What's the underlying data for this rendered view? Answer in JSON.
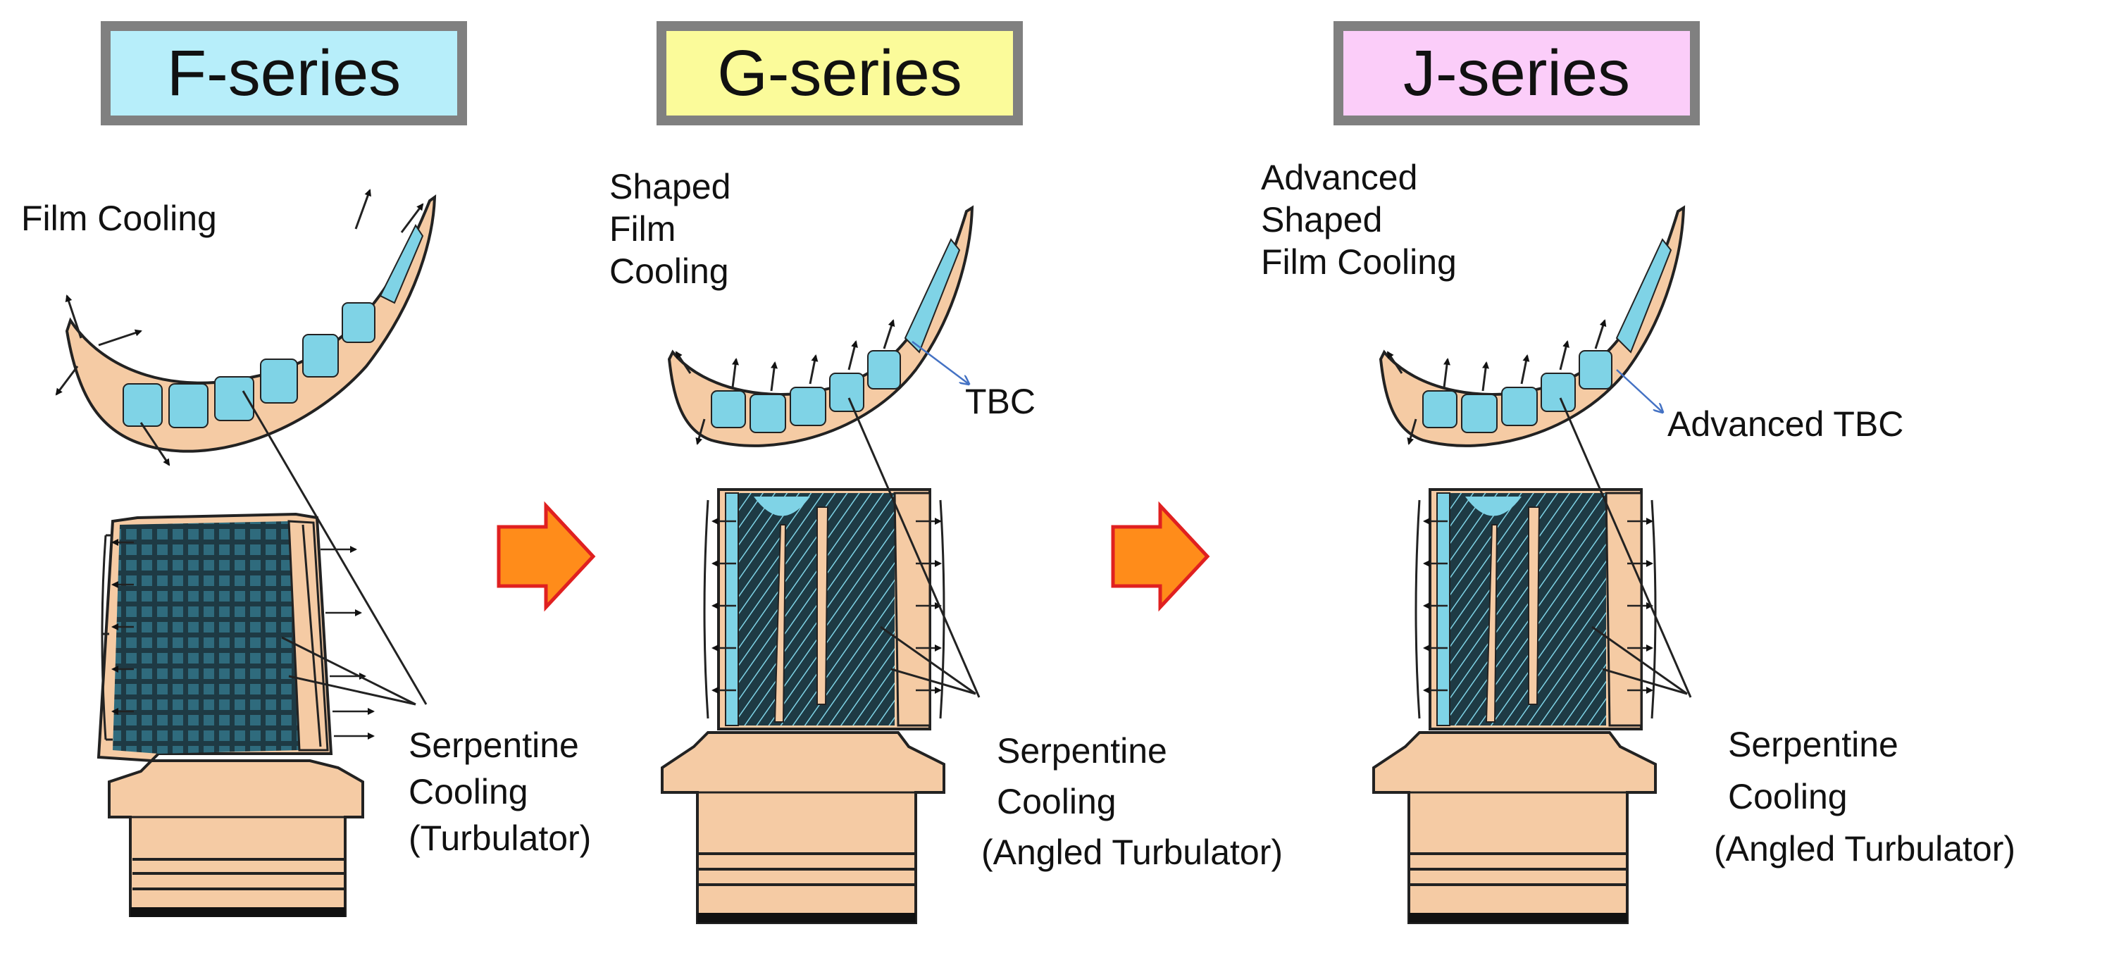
{
  "colors": {
    "blade_body": "#f5cba4",
    "blade_outline": "#222222",
    "cooling_channel": "#7fd3e6",
    "dark_core": "#1e3a44",
    "arrow_fill": "#ff8c1a",
    "arrow_outline": "#e02020",
    "series_box_border": "#808080",
    "leader_line_blue": "#4472c4"
  },
  "panels": [
    {
      "series_label": "F-series",
      "series_color": "#b7eefa",
      "film_label": [
        "Film Cooling"
      ],
      "tbc_label": "",
      "serpentine_label": [
        "Serpentine",
        "Cooling",
        "(Turbulator)"
      ]
    },
    {
      "series_label": "G-series",
      "series_color": "#fbfb9a",
      "film_label": [
        "Shaped",
        "Film",
        "Cooling"
      ],
      "tbc_label": "TBC",
      "serpentine_label": [
        "Serpentine",
        "Cooling",
        "(Angled Turbulator)"
      ]
    },
    {
      "series_label": "J-series",
      "series_color": "#fbcdf9",
      "film_label": [
        "Advanced",
        "Shaped",
        "Film Cooling"
      ],
      "tbc_label": "Advanced TBC",
      "serpentine_label": [
        "Serpentine",
        "Cooling",
        "(Angled Turbulator)"
      ]
    }
  ],
  "transition_arrows": [
    "right-arrow-icon",
    "right-arrow-icon"
  ]
}
